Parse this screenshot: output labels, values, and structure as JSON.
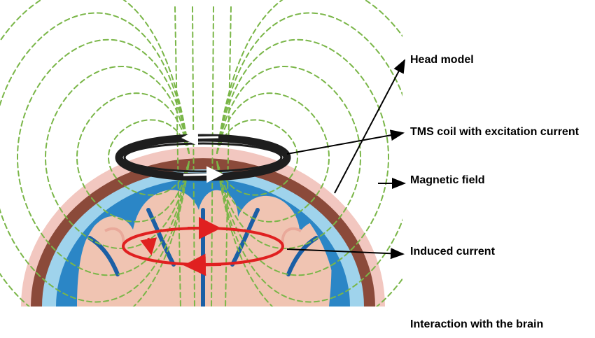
{
  "labels": {
    "head_model": "Head model",
    "tms_coil": "TMS coil with excitation current",
    "magnetic_field": "Magnetic field",
    "induced_current": "Induced current",
    "interaction": "Interaction with the brain"
  },
  "colors": {
    "skin": "#f2c7c0",
    "skull": "#8b4a3a",
    "csf_light": "#9fd3ec",
    "csf_dark": "#2b86c6",
    "brain": "#f0c4b2",
    "sulcus": "#1b5fa5",
    "field_lines": "#7ab648",
    "coil": "#1e1e1e",
    "induced_current": "#e02020",
    "pointer": "#000000"
  }
}
